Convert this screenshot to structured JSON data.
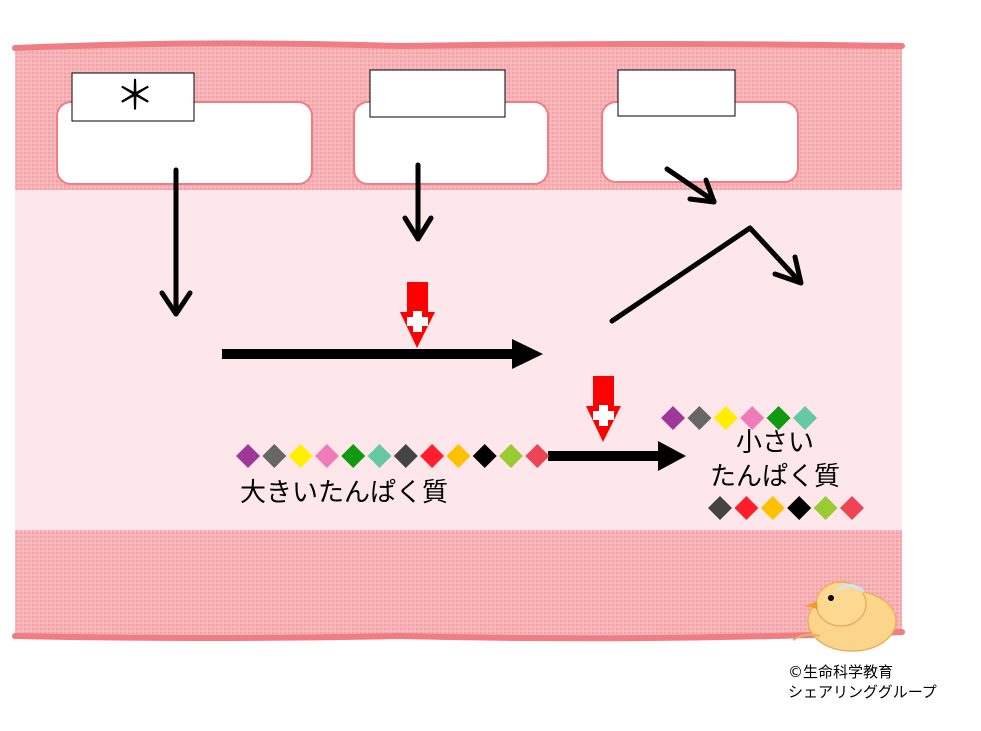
{
  "labels": {
    "large_protein": "大きいたんぱく質",
    "small_protein_line1": "小さい",
    "small_protein_line2": "たんぱく質",
    "box_marker": "＊"
  },
  "credit": {
    "line1": "©生命科学教育",
    "line2": "シェアリンググループ"
  },
  "colors": {
    "membrane": "#f4a3a8",
    "membrane_edge": "#f07c84",
    "cytoplasm": "#fde8ea",
    "arrow": "#000000",
    "enzyme_marker": "#ff0000"
  },
  "protein_chains": {
    "large": [
      "#a0379a",
      "#666666",
      "#ffee00",
      "#ef7cb8",
      "#119911",
      "#66c9a1",
      "#444444",
      "#ff1e2a",
      "#ffc000",
      "#000000",
      "#99cc33",
      "#ee4455"
    ],
    "small_top": [
      "#a0379a",
      "#666666",
      "#ffee00",
      "#ef7cb8",
      "#119911",
      "#66c9a1"
    ],
    "small_bottom": [
      "#444444",
      "#ff1e2a",
      "#ffc000",
      "#000000",
      "#99cc33",
      "#ee4455"
    ]
  },
  "icons": {
    "enzyme_marker_1": "red-down-arrow-with-cross",
    "enzyme_marker_2": "red-down-arrow-with-cross",
    "mascot": "chick-icon"
  }
}
